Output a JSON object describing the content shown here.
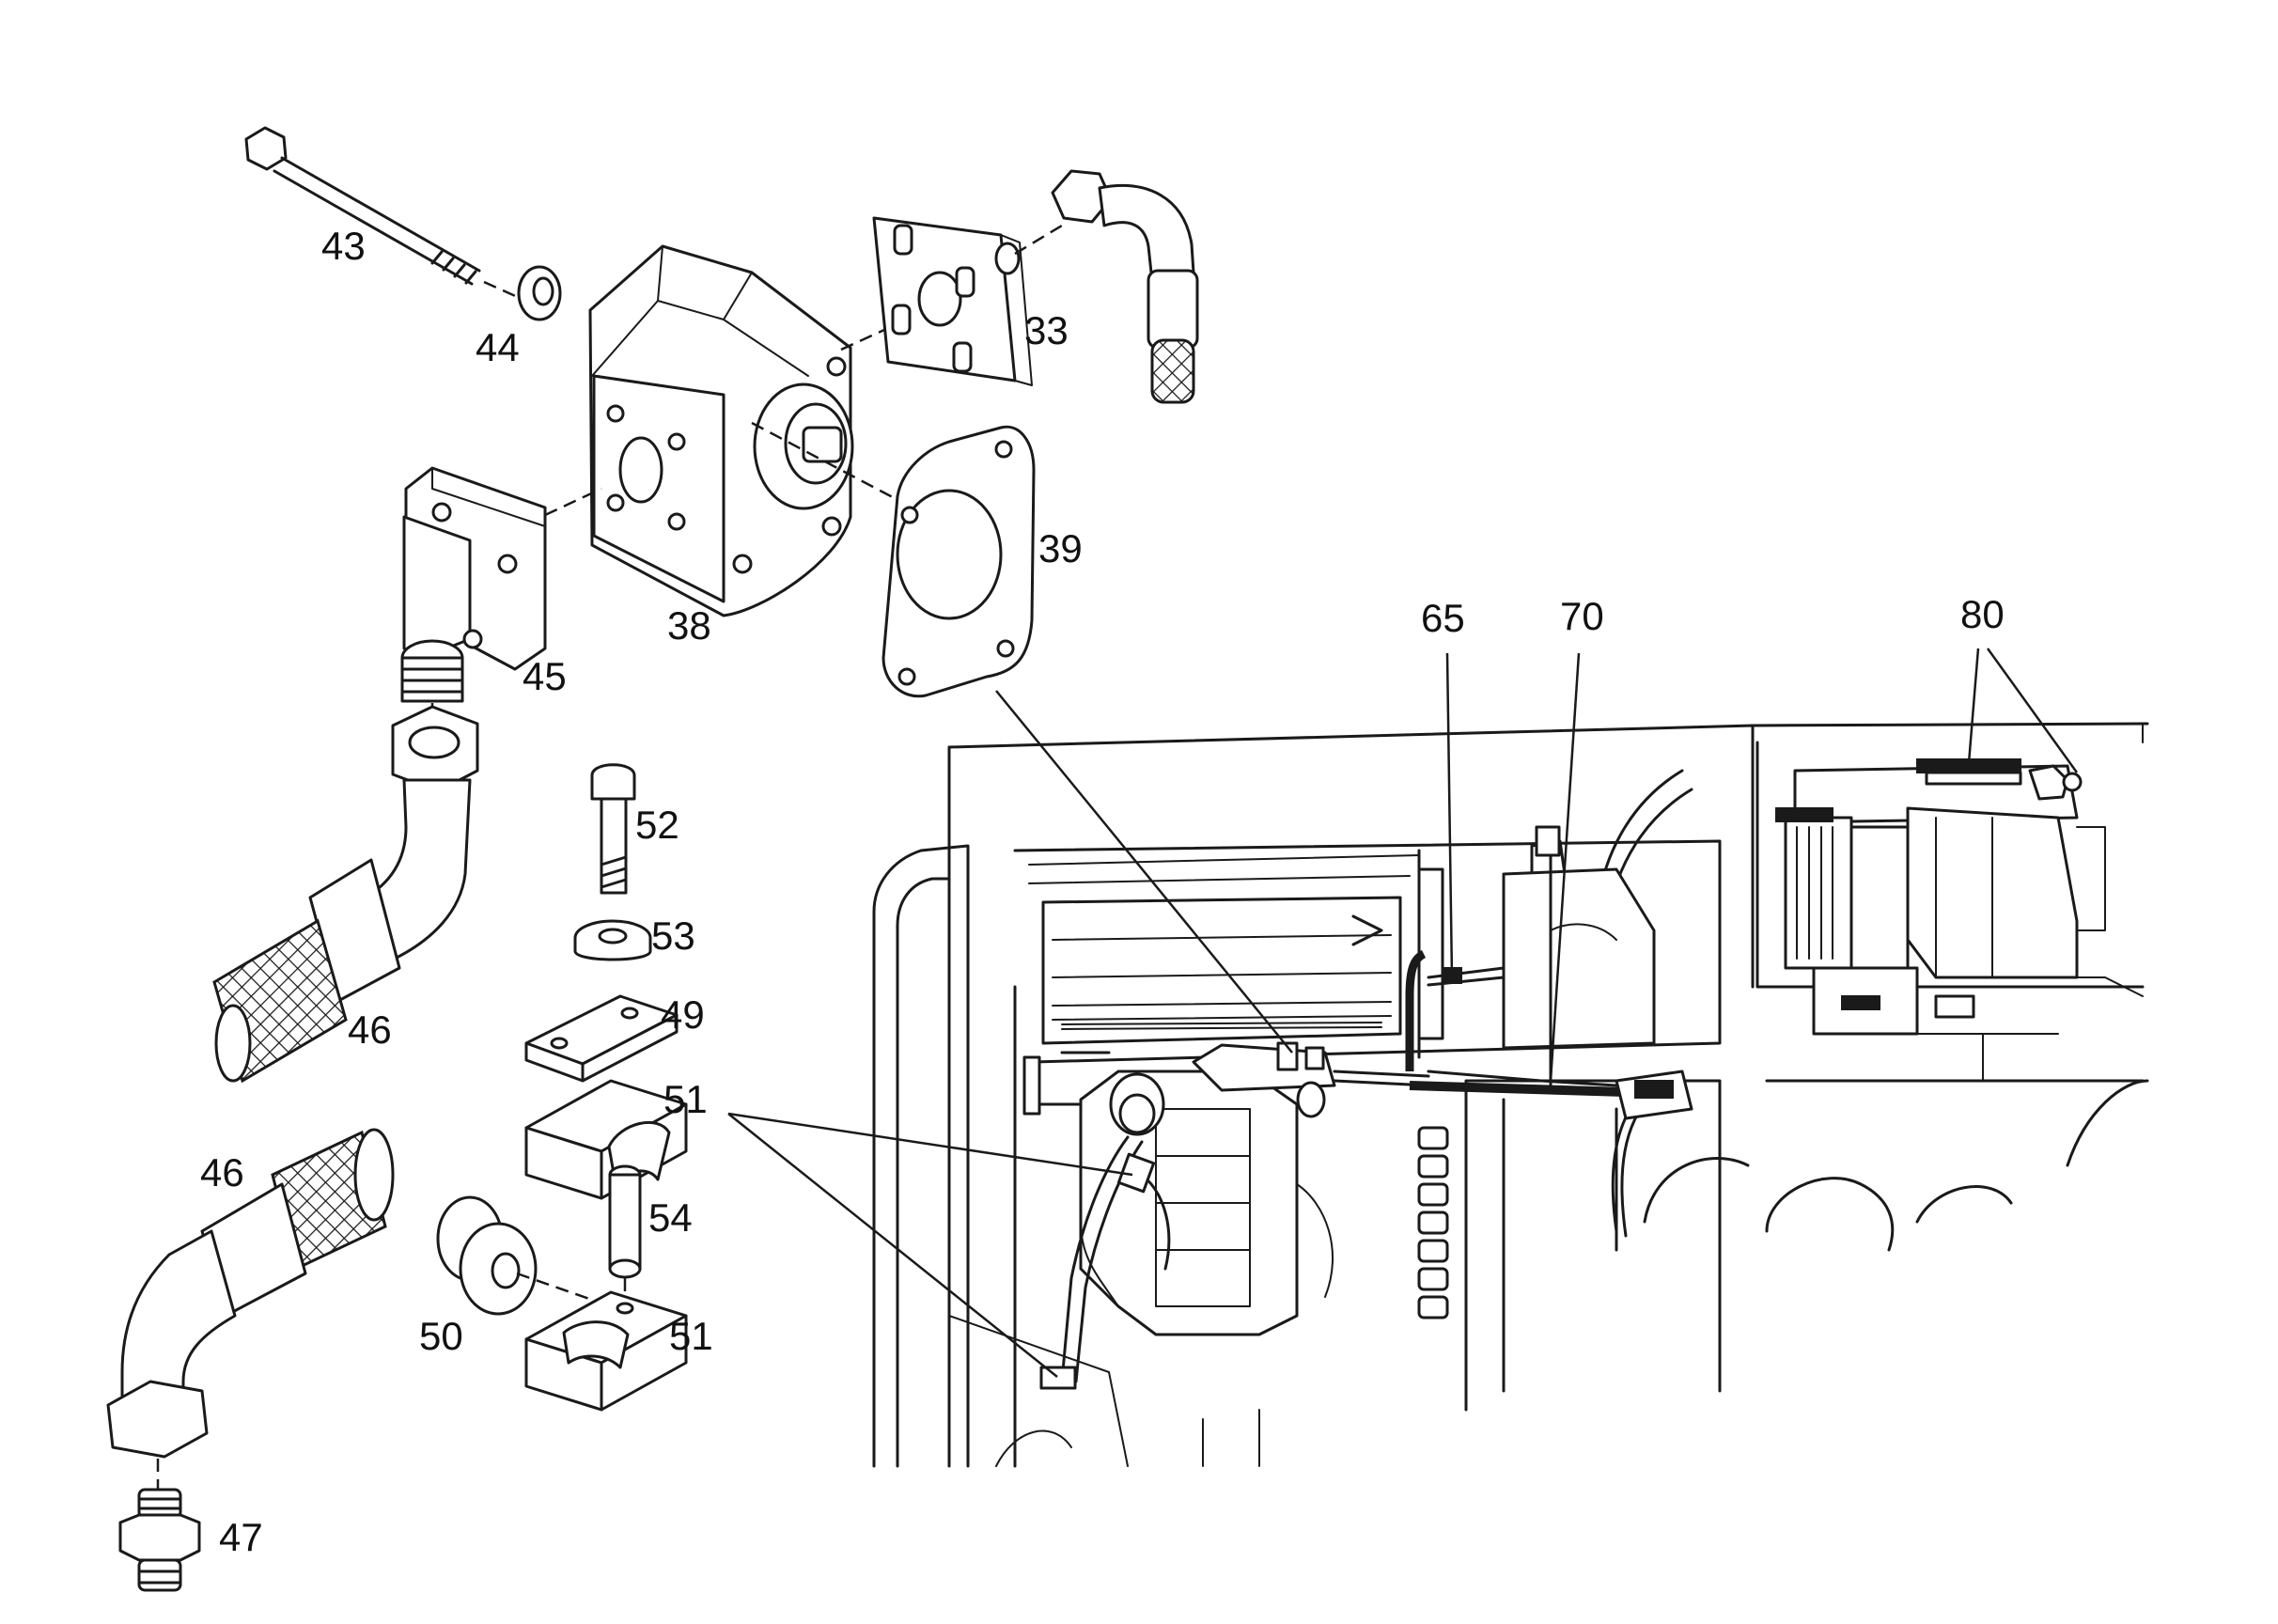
{
  "callouts": [
    {
      "id": "c43",
      "text": "43"
    },
    {
      "id": "c44",
      "text": "44"
    },
    {
      "id": "c33",
      "text": "33"
    },
    {
      "id": "c38",
      "text": "38"
    },
    {
      "id": "c39",
      "text": "39"
    },
    {
      "id": "c45",
      "text": "45"
    },
    {
      "id": "c46a",
      "text": "46"
    },
    {
      "id": "c46b",
      "text": "46"
    },
    {
      "id": "c47",
      "text": "47"
    },
    {
      "id": "c49",
      "text": "49"
    },
    {
      "id": "c50",
      "text": "50"
    },
    {
      "id": "c51a",
      "text": "51"
    },
    {
      "id": "c51b",
      "text": "51"
    },
    {
      "id": "c52",
      "text": "52"
    },
    {
      "id": "c53",
      "text": "53"
    },
    {
      "id": "c54",
      "text": "54"
    },
    {
      "id": "c65",
      "text": "65"
    },
    {
      "id": "c70",
      "text": "70"
    },
    {
      "id": "c80",
      "text": "80"
    }
  ]
}
